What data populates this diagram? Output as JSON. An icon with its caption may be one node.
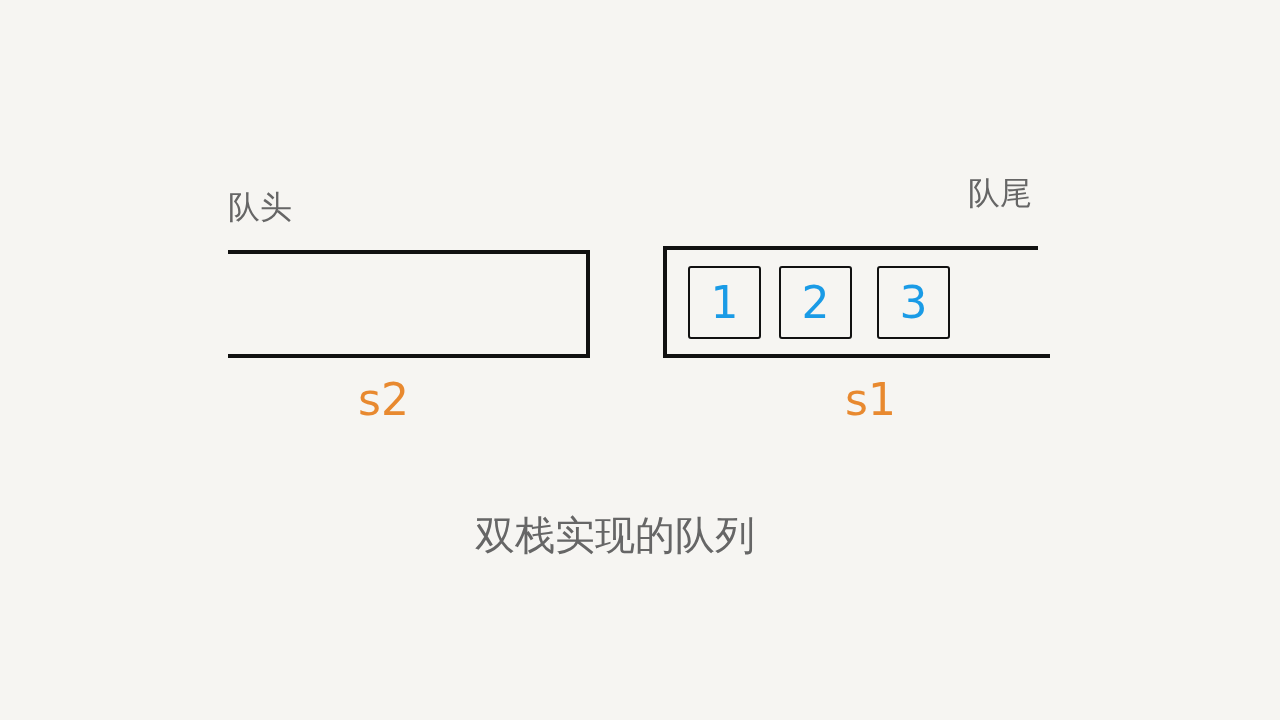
{
  "diagram": {
    "caption": "双栈实现的队列",
    "nodes": [
      {
        "text": [],
        "shape": "box",
        "beside": [
          "队头",
          "s2"
        ]
      },
      {
        "text": [],
        "shape": "box",
        "beside": [
          "队尾",
          "s1"
        ]
      },
      {
        "text": [
          "1"
        ],
        "in": 1
      },
      {
        "text": [
          "2"
        ],
        "in": 1
      },
      {
        "text": [
          "3"
        ],
        "in": 1
      }
    ]
  }
}
